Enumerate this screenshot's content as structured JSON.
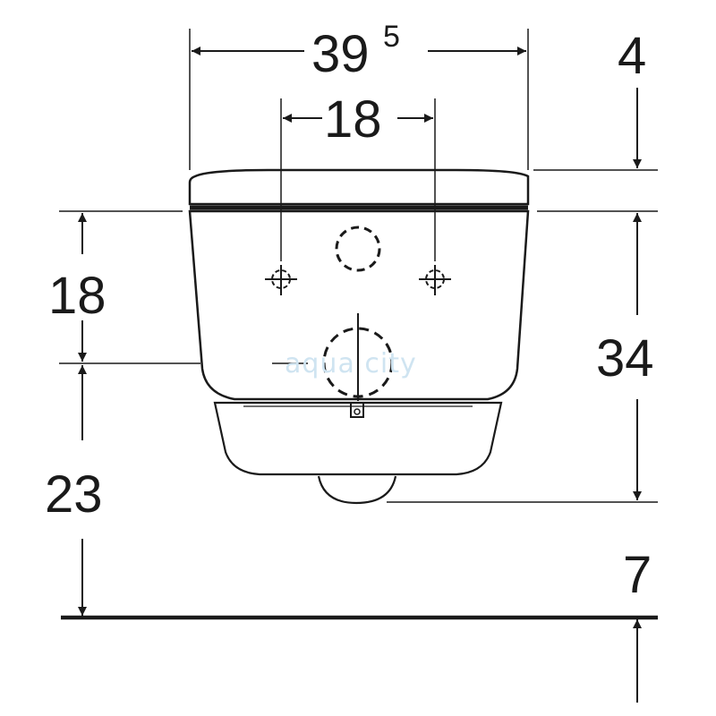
{
  "dimensions": {
    "overall_width": {
      "main": "39",
      "superscript": "5"
    },
    "hole_spacing": "18",
    "lid_height": "4",
    "holes_to_axis": "18",
    "axis_to_floor": "23",
    "body_height": "34",
    "bottom_to_floor": "7"
  },
  "watermark": "aqua city",
  "colors": {
    "line": "#1a1a1a",
    "background": "#ffffff",
    "watermark": "#cfe4f1"
  },
  "icons": {
    "arrowhead": "solid-triangle-arrow",
    "mounting_hole": "crosshair-circle"
  }
}
